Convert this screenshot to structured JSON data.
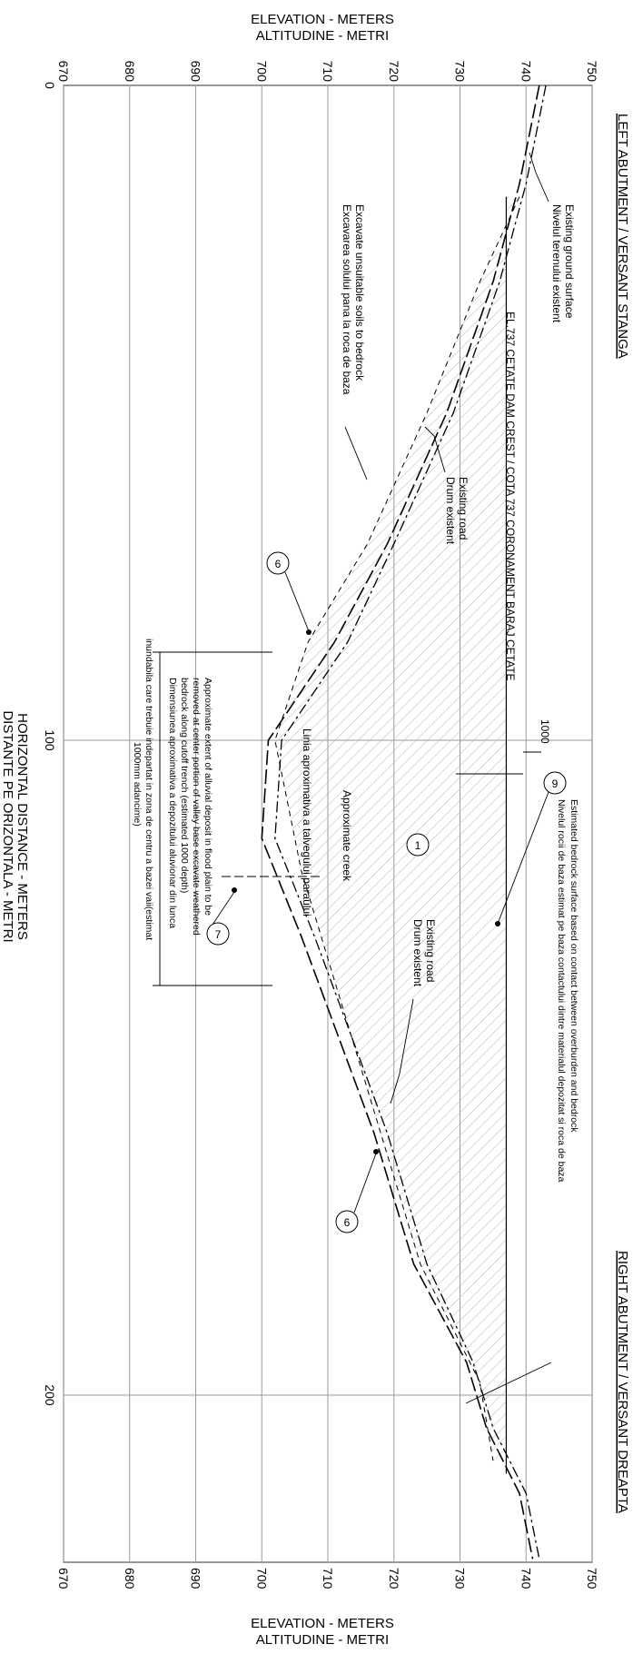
{
  "axes": {
    "elevation_title_1": "ELEVATION - METERS",
    "elevation_title_2": "ALTITUDINE - METRI",
    "distance_title_1": "HORIZONTAL DISTANCE - METERS",
    "distance_title_2": "DISTANTE PE ORIZONTALA - METRI",
    "elevation_ticks": [
      "670",
      "680",
      "690",
      "700",
      "710",
      "720",
      "730",
      "740",
      "750"
    ],
    "distance_ticks": [
      "0",
      "100",
      "200"
    ]
  },
  "headings": {
    "left_abutment": "LEFT ABUTMENT / VERSANT STANGA",
    "right_abutment": "RIGHT ABUTMENT / VERSANT DREAPTA"
  },
  "labels": {
    "ground_1": "Existing ground surface",
    "ground_2": "Nivelul terenului existent",
    "dam_crest": "EL.737 CETATE DAM CREST / COTA 737 CORONAMENT BARAJ CETATE",
    "excavate_1": "Excavate unsuitable soils to bedrock",
    "excavate_2": "Excavarea solului pana la roca de baza",
    "road_1": "Existing road",
    "road_2": "Drum existent",
    "road_right_1": "Existing road",
    "road_right_2": "Drum existent",
    "dim_1000": "1000",
    "creek_1": "Approximate creek",
    "creek_2": "Linia aproximativa a talvegului paraului",
    "bedrock_1": "Estimated bedrock surface based on contact between overburden and bedrock",
    "bedrock_2": "Nivelul rocii de baza estimat pe baza contactului dintre materialul depozitat si roca de baza",
    "alluvial_1": "Approximate extent of alluvial deposit in flood plain to be",
    "alluvial_2": "removed at center portion of valley base excavate weathered",
    "alluvial_3": "bedrock along cutoff trench (estimated 1000 depth)",
    "alluvial_4": "Dimensiunea aproximativa a depozitului aluvionar din lunca",
    "alluvial_5": "inundabila care trebuie indepartat in zona de centru a bazei vaii(estimat",
    "alluvial_6": "1000mm adancime)"
  },
  "callouts": {
    "c1": "1",
    "c6a": "6",
    "c6b": "6",
    "c7": "7",
    "c9": "9"
  },
  "profile": {
    "distance_range_m": [
      0,
      225
    ],
    "elevation_range_m": [
      670,
      750
    ],
    "dam_crest_elevation_m": 737,
    "existing_ground": [
      [
        0,
        743
      ],
      [
        15,
        740
      ],
      [
        30,
        736
      ],
      [
        50,
        729
      ],
      [
        70,
        720
      ],
      [
        85,
        713
      ],
      [
        100,
        703
      ],
      [
        115,
        702
      ],
      [
        130,
        708
      ],
      [
        160,
        719
      ],
      [
        180,
        725
      ],
      [
        195,
        732
      ],
      [
        205,
        735
      ],
      [
        215,
        740
      ],
      [
        225,
        742
      ]
    ],
    "bedrock": [
      [
        0,
        742
      ],
      [
        15,
        739
      ],
      [
        30,
        735
      ],
      [
        50,
        728
      ],
      [
        70,
        719
      ],
      [
        85,
        711
      ],
      [
        100,
        701
      ],
      [
        115,
        700
      ],
      [
        130,
        706
      ],
      [
        160,
        717
      ],
      [
        180,
        723
      ],
      [
        195,
        731
      ],
      [
        205,
        734
      ],
      [
        215,
        739
      ],
      [
        225,
        741
      ]
    ],
    "excavation": [
      [
        17,
        739
      ],
      [
        30,
        733
      ],
      [
        50,
        725
      ],
      [
        70,
        716
      ],
      [
        85,
        707
      ],
      [
        100,
        702
      ],
      [
        120,
        706
      ],
      [
        150,
        715
      ],
      [
        180,
        724
      ],
      [
        198,
        733
      ],
      [
        210,
        735
      ]
    ]
  },
  "colors": {
    "hatch": "#b5b5b5",
    "grid": "#9a9a9a",
    "line": "#000000"
  }
}
